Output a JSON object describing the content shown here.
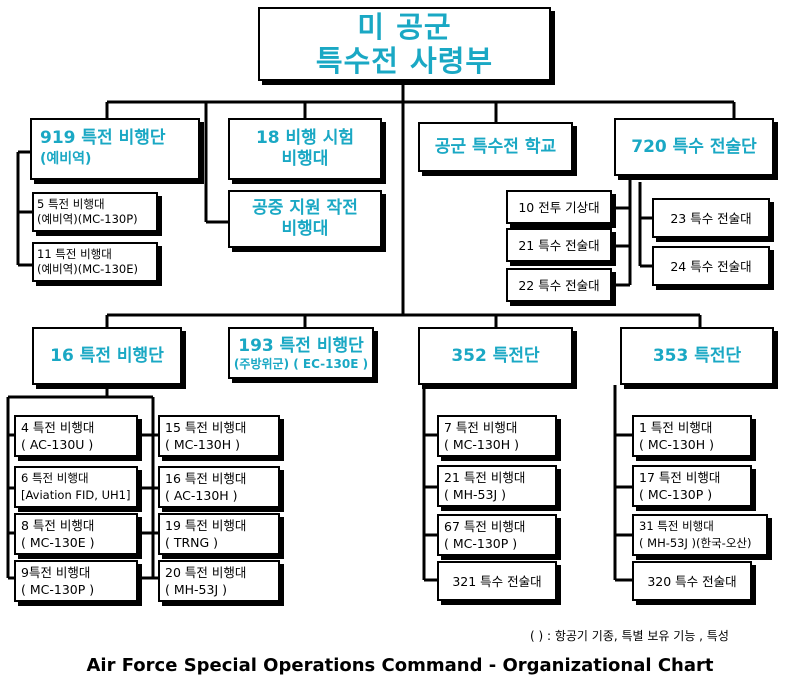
{
  "hq": {
    "line1": "미 공군",
    "line2": "특수전 사령부"
  },
  "wing919": {
    "line1": "919 특전 비행단",
    "line2": "(예비역)"
  },
  "test18": {
    "line1": "18 비행 시험",
    "line2": "비행대"
  },
  "school": {
    "label": "공군 특수전 학교"
  },
  "group720": {
    "label": "720 특수 전술단"
  },
  "support": {
    "line1": "공중 지원 작전",
    "line2": "비행대"
  },
  "sq5": {
    "line1": "5 특전 비행대",
    "line2": "(예비역)(MC-130P)"
  },
  "sq11": {
    "line1": "11 특전 비행대",
    "line2": "(예비역)(MC-130E)"
  },
  "sq10wx": {
    "label": "10 전투 기상대"
  },
  "sq21st": {
    "label": "21 특수 전술대"
  },
  "sq22st": {
    "label": "22 특수 전술대"
  },
  "sq23st": {
    "label": "23 특수 전술대"
  },
  "sq24st": {
    "label": "24 특수 전술대"
  },
  "wing16": {
    "label": "16 특전 비행단"
  },
  "wing193": {
    "line1": "193 특전 비행단",
    "line2": "(주방위군) ( EC-130E )"
  },
  "grp352": {
    "label": "352 특전단"
  },
  "grp353": {
    "label": "353 특전단"
  },
  "u4": {
    "line1": "4 특전 비행대",
    "line2": "( AC-130U )"
  },
  "u6": {
    "line1": "6 특전 비행대",
    "line2": "[Aviation FID, UH1]"
  },
  "u8": {
    "line1": "8 특전 비행대",
    "line2": "( MC-130E )"
  },
  "u9": {
    "line1": "9특전 비행대",
    "line2": "( MC-130P )"
  },
  "u15": {
    "line1": "15 특전 비행대",
    "line2": "( MC-130H )"
  },
  "u16": {
    "line1": "16 특전 비행대",
    "line2": "( AC-130H )"
  },
  "u19": {
    "line1": "19 특전 비행대",
    "line2": "( TRNG )"
  },
  "u20": {
    "line1": "20 특전 비행대",
    "line2": "( MH-53J )"
  },
  "u7": {
    "line1": "7 특전 비행대",
    "line2": "( MC-130H )"
  },
  "u21": {
    "line1": "21 특전 비행대",
    "line2": "( MH-53J )"
  },
  "u67": {
    "line1": "67 특전 비행대",
    "line2": "( MC-130P )"
  },
  "u321": {
    "label": "321 특수 전술대"
  },
  "u1": {
    "line1": "1 특전 비행대",
    "line2": "( MC-130H )"
  },
  "u17": {
    "line1": "17 특전 비행대",
    "line2": "( MC-130P )"
  },
  "u31": {
    "line1": "31 특전 비행대",
    "line2": "( MH-53J )(한국-오산)"
  },
  "u320": {
    "label": "320 특수 전술대"
  },
  "footnote": "( ) : 항공기 기종, 특별 보유 기능 , 특성",
  "footer": "Air Force Special Operations Command - Organizational Chart"
}
